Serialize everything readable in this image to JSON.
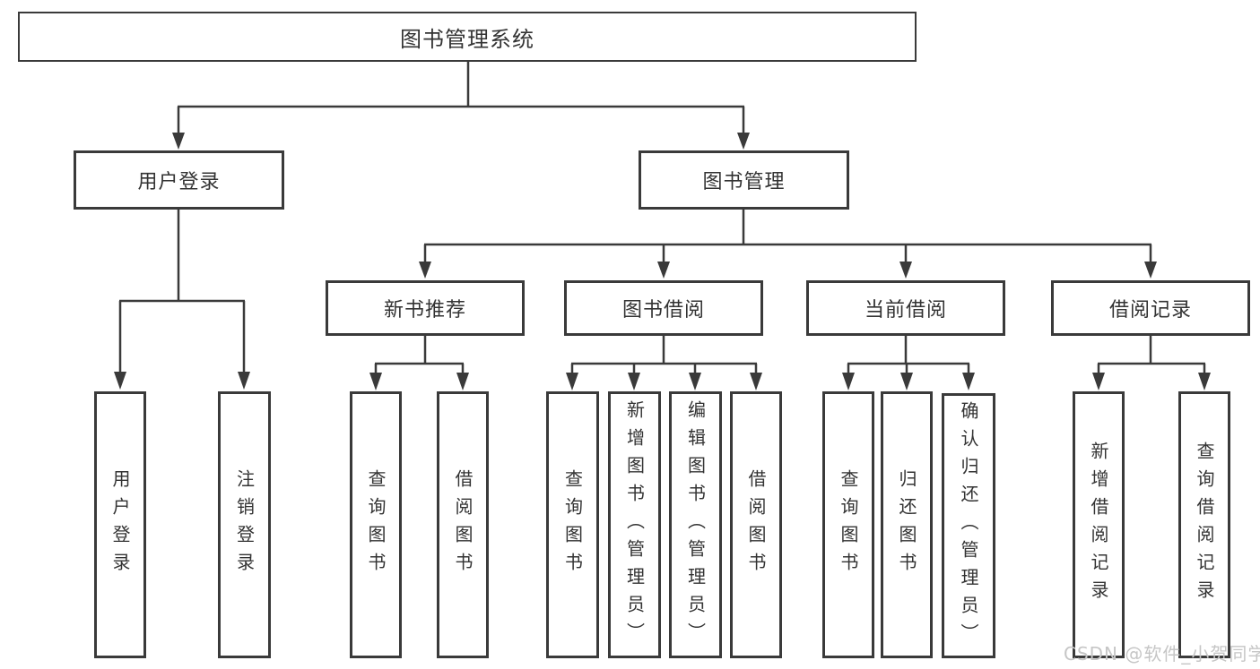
{
  "diagram": {
    "root": {
      "label": "图书管理系统"
    },
    "level2": {
      "user_login": {
        "label": "用户登录"
      },
      "book_management": {
        "label": "图书管理"
      }
    },
    "level3": {
      "new_book_recommend": {
        "label": "新书推荐"
      },
      "book_borrow": {
        "label": "图书借阅"
      },
      "current_borrow": {
        "label": "当前借阅"
      },
      "borrow_records": {
        "label": "借阅记录"
      }
    },
    "leaves": {
      "user_login": {
        "label": "用户登录"
      },
      "logout": {
        "label": "注销登录"
      },
      "recommend_query_books": {
        "label": "查询图书"
      },
      "recommend_borrow_books": {
        "label": "借阅图书"
      },
      "borrow_query_books": {
        "label": "查询图书"
      },
      "borrow_add_books": {
        "label": "新增图书（管理员）"
      },
      "borrow_edit_books": {
        "label": "编辑图书（管理员）"
      },
      "borrow_borrow_books": {
        "label": "借阅图书"
      },
      "current_query_books": {
        "label": "查询图书"
      },
      "current_return_books": {
        "label": "归还图书"
      },
      "current_confirm_return": {
        "label": "确认归还（管理员）"
      },
      "records_add_record": {
        "label": "新增借阅记录"
      },
      "records_query_record": {
        "label": "查询借阅记录"
      }
    },
    "watermark": "CSDN @软件_小贺同学",
    "colors": {
      "line": "#3a3a3a",
      "text": "#333333",
      "watermark": "#c6c6c6",
      "background": "#ffffff"
    }
  }
}
